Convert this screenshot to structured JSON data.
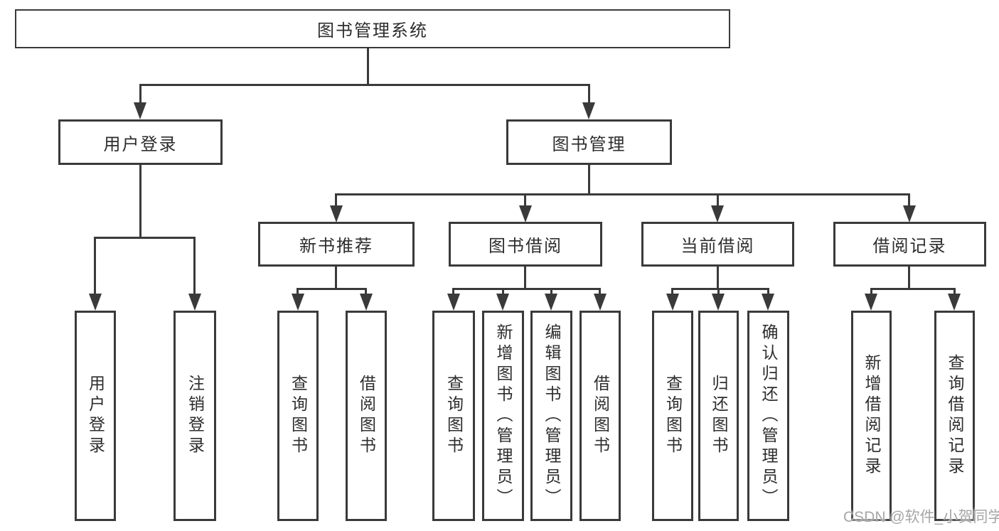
{
  "tree": {
    "root": "图书管理系统",
    "user_login": {
      "label": "用户登录",
      "children": [
        "用户登录",
        "注销登录"
      ]
    },
    "book_mgmt": {
      "label": "图书管理",
      "new_books": {
        "label": "新书推荐",
        "children": [
          "查询图书",
          "借阅图书"
        ]
      },
      "borrowing": {
        "label": "图书借阅",
        "children": [
          "查询图书",
          "新增图书（管理员）",
          "编辑图书（管理员）",
          "借阅图书"
        ]
      },
      "current": {
        "label": "当前借阅",
        "children": [
          "查询图书",
          "归还图书",
          "确认归还（管理员）"
        ]
      },
      "records": {
        "label": "借阅记录",
        "children": [
          "新增借阅记录",
          "查询借阅记录"
        ]
      }
    }
  },
  "watermark": "CSDN @软件_小贺同学",
  "colors": {
    "line": "#3a3a3a",
    "text": "#2d2d2d",
    "watermark": "#a6a6a6"
  }
}
